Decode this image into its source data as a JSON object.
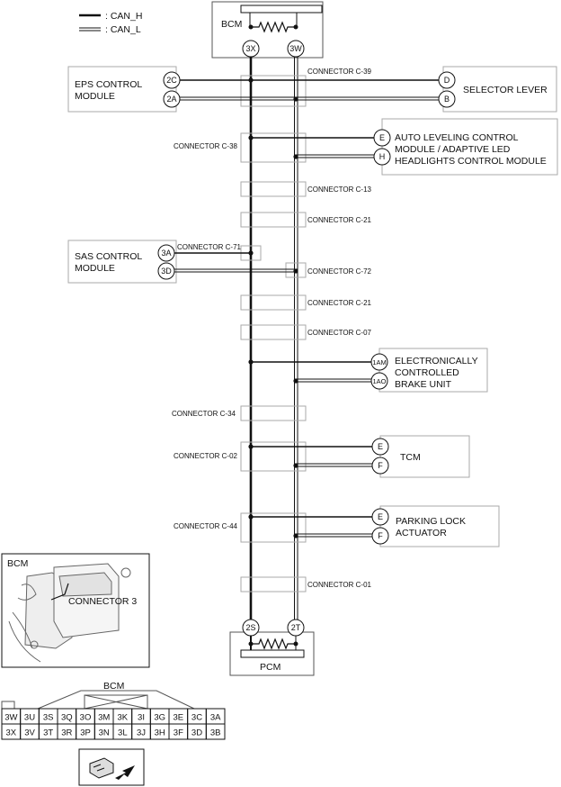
{
  "legend": {
    "can_h": ": CAN_H",
    "can_l": ": CAN_L"
  },
  "modules": {
    "bcm": "BCM",
    "pcm": "PCM",
    "eps": [
      "EPS CONTROL",
      "MODULE"
    ],
    "sas": [
      "SAS CONTROL",
      "MODULE"
    ],
    "selector": "SELECTOR LEVER",
    "auto_leveling": [
      "AUTO LEVELING CONTROL",
      "MODULE / ADAPTIVE LED",
      "HEADLIGHTS CONTROL MODULE"
    ],
    "brake": [
      "ELECTRONICALLY",
      "CONTROLLED",
      "BRAKE UNIT"
    ],
    "tcm": "TCM",
    "parking_lock": [
      "PARKING LOCK",
      "ACTUATOR"
    ]
  },
  "pins": {
    "bcm_h": "3X",
    "bcm_l": "3W",
    "pcm_h": "2S",
    "pcm_l": "2T",
    "eps_h": "2C",
    "eps_l": "2A",
    "selector_h": "D",
    "selector_l": "B",
    "auto_leveling_h": "E",
    "auto_leveling_l": "H",
    "sas_h": "3A",
    "sas_l": "3D",
    "brake_h": "1AM",
    "brake_l": "1AO",
    "tcm_h": "E",
    "tcm_l": "F",
    "parking_h": "E",
    "parking_l": "F"
  },
  "connectors": {
    "c39": "CONNECTOR C-39",
    "c38": "CONNECTOR C-38",
    "c13": "CONNECTOR C-13",
    "c21a": "CONNECTOR C-21",
    "c71": "CONNECTOR C-71",
    "c72": "CONNECTOR C-72",
    "c21b": "CONNECTOR C-21",
    "c07": "CONNECTOR C-07",
    "c34": "CONNECTOR C-34",
    "c02": "CONNECTOR C-02",
    "c44": "CONNECTOR C-44",
    "c01": "CONNECTOR C-01"
  },
  "location_view": {
    "title": "BCM",
    "connector_label": "CONNECTOR 3"
  },
  "connector_face": {
    "title": "BCM",
    "row1": [
      "3W",
      "3U",
      "3S",
      "3Q",
      "3O",
      "3M",
      "3K",
      "3I",
      "3G",
      "3E",
      "3C",
      "3A"
    ],
    "row2": [
      "3X",
      "3V",
      "3T",
      "3R",
      "3P",
      "3N",
      "3L",
      "3J",
      "3H",
      "3F",
      "3D",
      "3B"
    ]
  },
  "harness_icon": "harness-side-connector-icon"
}
